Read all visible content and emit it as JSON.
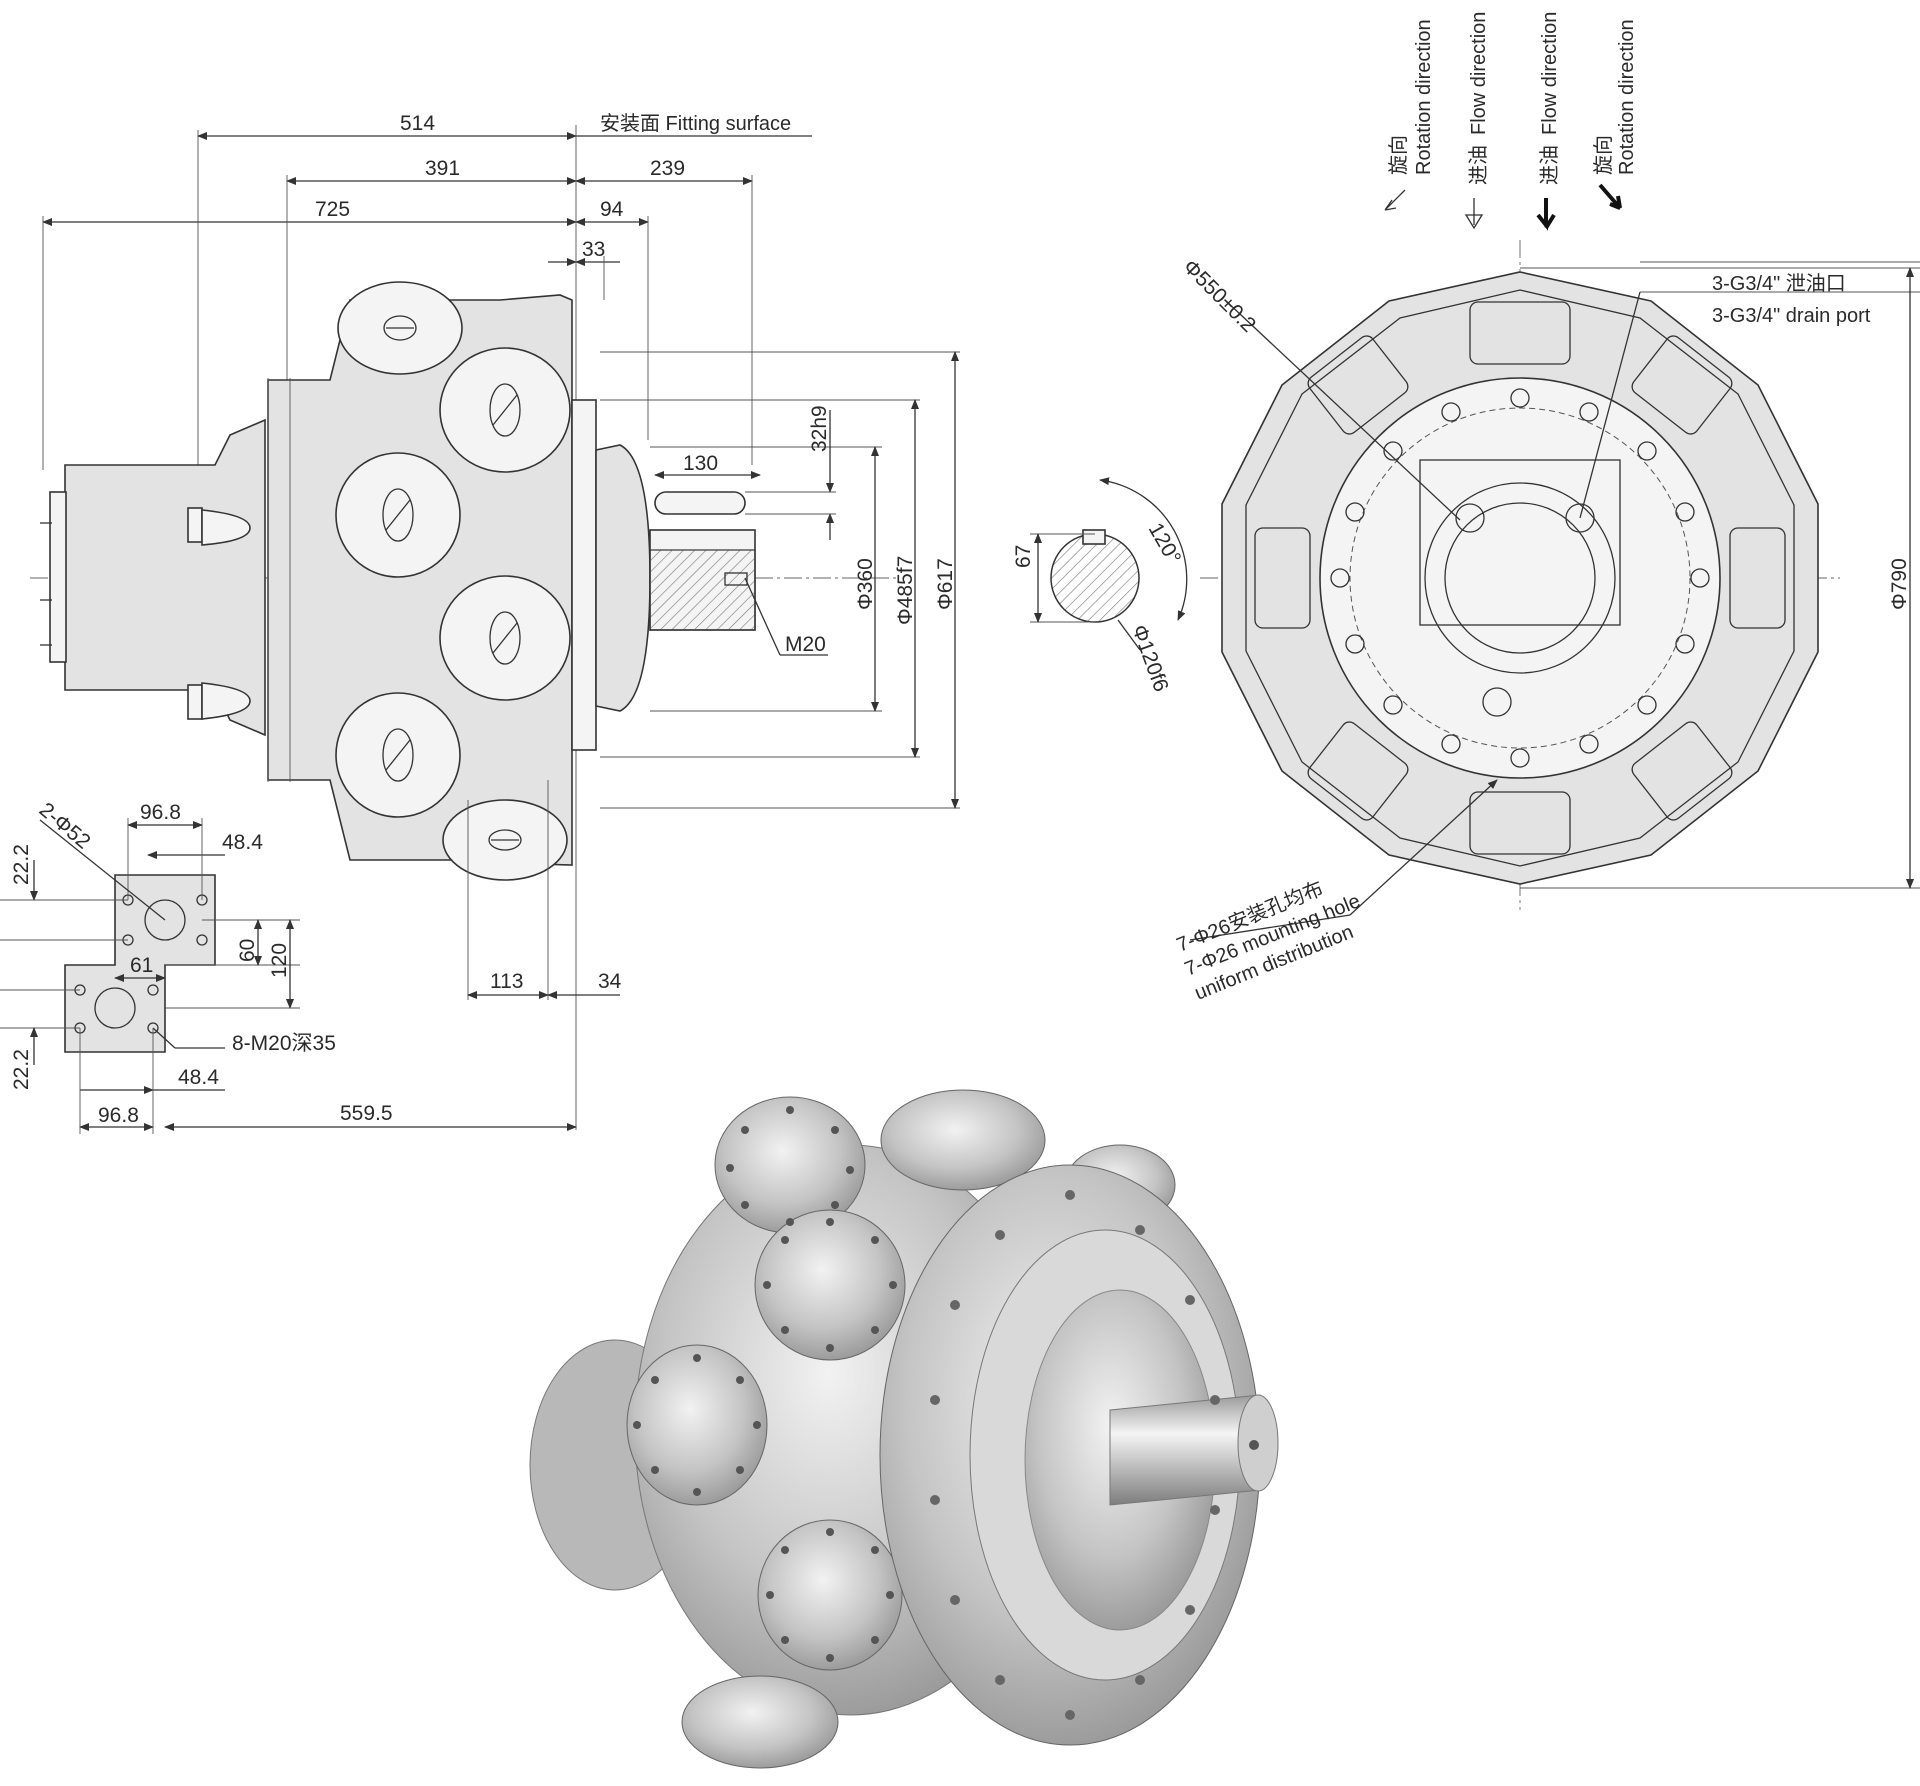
{
  "side_view": {
    "dims": {
      "d514": "514",
      "fitting_surface": "安装面 Fitting surface",
      "d391": "391",
      "d239": "239",
      "d725": "725",
      "d94": "94",
      "d33": "33",
      "d130": "130",
      "d32h9": "32h9",
      "d360": "Φ360",
      "d485": "Φ485f7",
      "d617": "Φ617",
      "m20": "M20",
      "d113": "113",
      "d34": "34",
      "d559": "559.5"
    }
  },
  "port_detail": {
    "dims": {
      "d96_8_top": "96.8",
      "d48_4_top": "48.4",
      "phi52": "2-Φ52",
      "d22_2_top": "22.2",
      "d60": "60",
      "d120": "120",
      "d61": "61",
      "m20_deep": "8-M20深35",
      "d22_2_bot": "22.2",
      "d48_4_bot": "48.4",
      "d96_8_bot": "96.8"
    }
  },
  "front_view": {
    "directions": [
      {
        "cn": "旋向",
        "en": "Rotation direction"
      },
      {
        "cn": "进油",
        "en": "Flow direction"
      },
      {
        "cn": "进油",
        "en": "Flow direction"
      },
      {
        "cn": "旋向",
        "en": "Rotation direction"
      }
    ],
    "dims": {
      "phi550": "Φ550±0.2",
      "drain_cn": "3-G3/4\" 泄油口",
      "drain_en": "3-G3/4\" drain port",
      "phi790": "Φ790",
      "d67": "67",
      "d120deg": "120°",
      "phi120f6": "Φ120f6",
      "mount_cn": "7-Φ26安装孔均布",
      "mount_en1": "7-Φ26 mounting hole",
      "mount_en2": "uniform distribution"
    }
  },
  "photo": {
    "subject": "radial piston hydraulic motor"
  }
}
